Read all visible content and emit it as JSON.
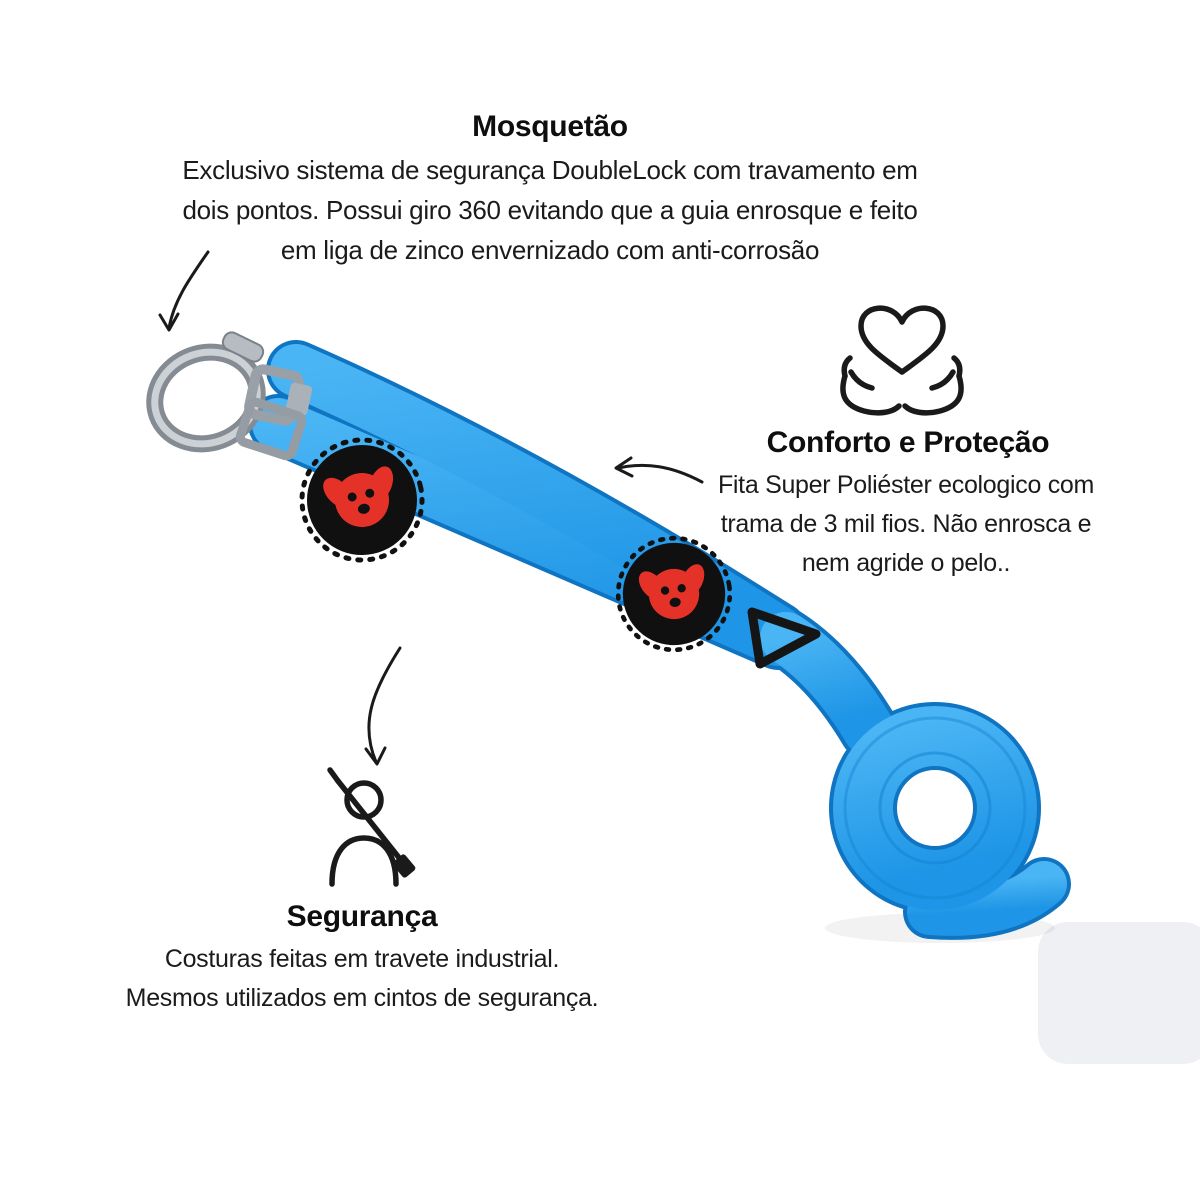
{
  "product": {
    "name": "guia para cachorro azul",
    "colors": {
      "leash_blue": "#2aa2ec",
      "leash_blue_dark": "#0f74c2",
      "logo_red": "#e53229",
      "metal_gray": "#99a0a7",
      "text": "#1a1a1a"
    }
  },
  "sections": {
    "mosquetao": {
      "title": "Mosquetão",
      "lines": [
        "Exclusivo sistema de segurança DoubleLock com travamento em",
        "dois pontos. Possui giro 360 evitando que a guia enrosque e feito",
        "em liga de zinco envernizado com anti-corrosão"
      ]
    },
    "conforto": {
      "title": "Conforto e Proteção",
      "lines": [
        "Fita Super Poliéster ecologico com",
        "trama de 3 mil fios. Não enrosca e",
        "nem agride o pelo.."
      ]
    },
    "seguranca": {
      "title": "Segurança",
      "lines": [
        "Costuras feitas em travete industrial.",
        "Mesmos utilizados em cintos de segurança."
      ]
    }
  },
  "icons": {
    "conforto": "hands-holding-heart-icon",
    "seguranca": "seatbelt-icon"
  }
}
